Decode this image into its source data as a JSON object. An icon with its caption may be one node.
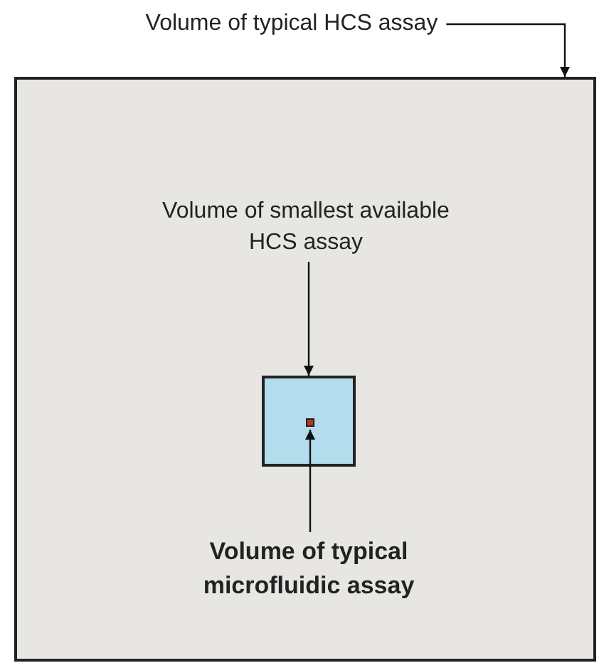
{
  "diagram": {
    "nodes": [
      {
        "text": [
          "Volume of typical HCS assay"
        ]
      },
      {
        "text": [],
        "shape": "box"
      },
      {
        "text": [
          "Volume of smallest available HCS assay"
        ],
        "in": 1
      },
      {
        "text": [],
        "shape": "box",
        "in": 1
      },
      {
        "text": [],
        "shape": "box",
        "in": 3
      },
      {
        "text": [
          "Volume of typical microfluidic assay"
        ],
        "in": 1
      }
    ],
    "edges": [
      {
        "from": 0,
        "to": 1,
        "arrow": "to"
      },
      {
        "from": 2,
        "to": 3,
        "arrow": "to"
      },
      {
        "from": 5,
        "to": 4,
        "arrow": "to"
      }
    ]
  }
}
